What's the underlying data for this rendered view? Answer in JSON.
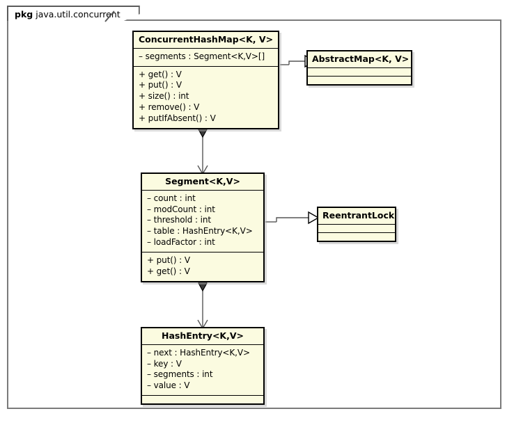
{
  "diagram": {
    "kind": "uml-class-diagram",
    "package": {
      "keyword": "pkg",
      "name": "java.util.concurrent"
    },
    "colors": {
      "class_fill": "#fbfbe0",
      "class_border": "#000000",
      "frame_border": "#7a7a7a",
      "connector": "#555555",
      "canvas": "#ffffff"
    },
    "classes": [
      {
        "id": "concurrenthashmap",
        "title": "ConcurrentHashMap<K, V>",
        "attributes": [
          "– segments : Segment<K,V>[]"
        ],
        "operations": [
          "+ get() : V",
          "+ put() : V",
          "+ size() : int",
          "+ remove() : V",
          "+ putIfAbsent() : V"
        ]
      },
      {
        "id": "abstractmap",
        "title": "AbstractMap<K, V>",
        "attributes": [],
        "operations": []
      },
      {
        "id": "segment",
        "title": "Segment<K,V>",
        "attributes": [
          "– count : int",
          "– modCount : int",
          "– threshold : int",
          "– table : HashEntry<K,V>",
          "– loadFactor : int"
        ],
        "operations": [
          "+ put() : V",
          "+ get() : V"
        ]
      },
      {
        "id": "reentrantlock",
        "title": "ReentrantLock",
        "attributes": [],
        "operations": []
      },
      {
        "id": "hashentry",
        "title": "HashEntry<K,V>",
        "attributes": [
          "– next : HashEntry<K,V>",
          "– key : V",
          "– segments : int",
          "– value : V"
        ],
        "operations": []
      }
    ],
    "relationships": [
      {
        "id": "chm-extends-abstractmap",
        "type": "generalization",
        "from": "concurrenthashmap",
        "to": "abstractmap"
      },
      {
        "id": "chm-composes-segment",
        "type": "composition",
        "from": "concurrenthashmap",
        "to": "segment"
      },
      {
        "id": "segment-extends-reentrantlock",
        "type": "generalization",
        "from": "segment",
        "to": "reentrantlock"
      },
      {
        "id": "segment-composes-hashentry",
        "type": "composition",
        "from": "segment",
        "to": "hashentry"
      }
    ]
  }
}
